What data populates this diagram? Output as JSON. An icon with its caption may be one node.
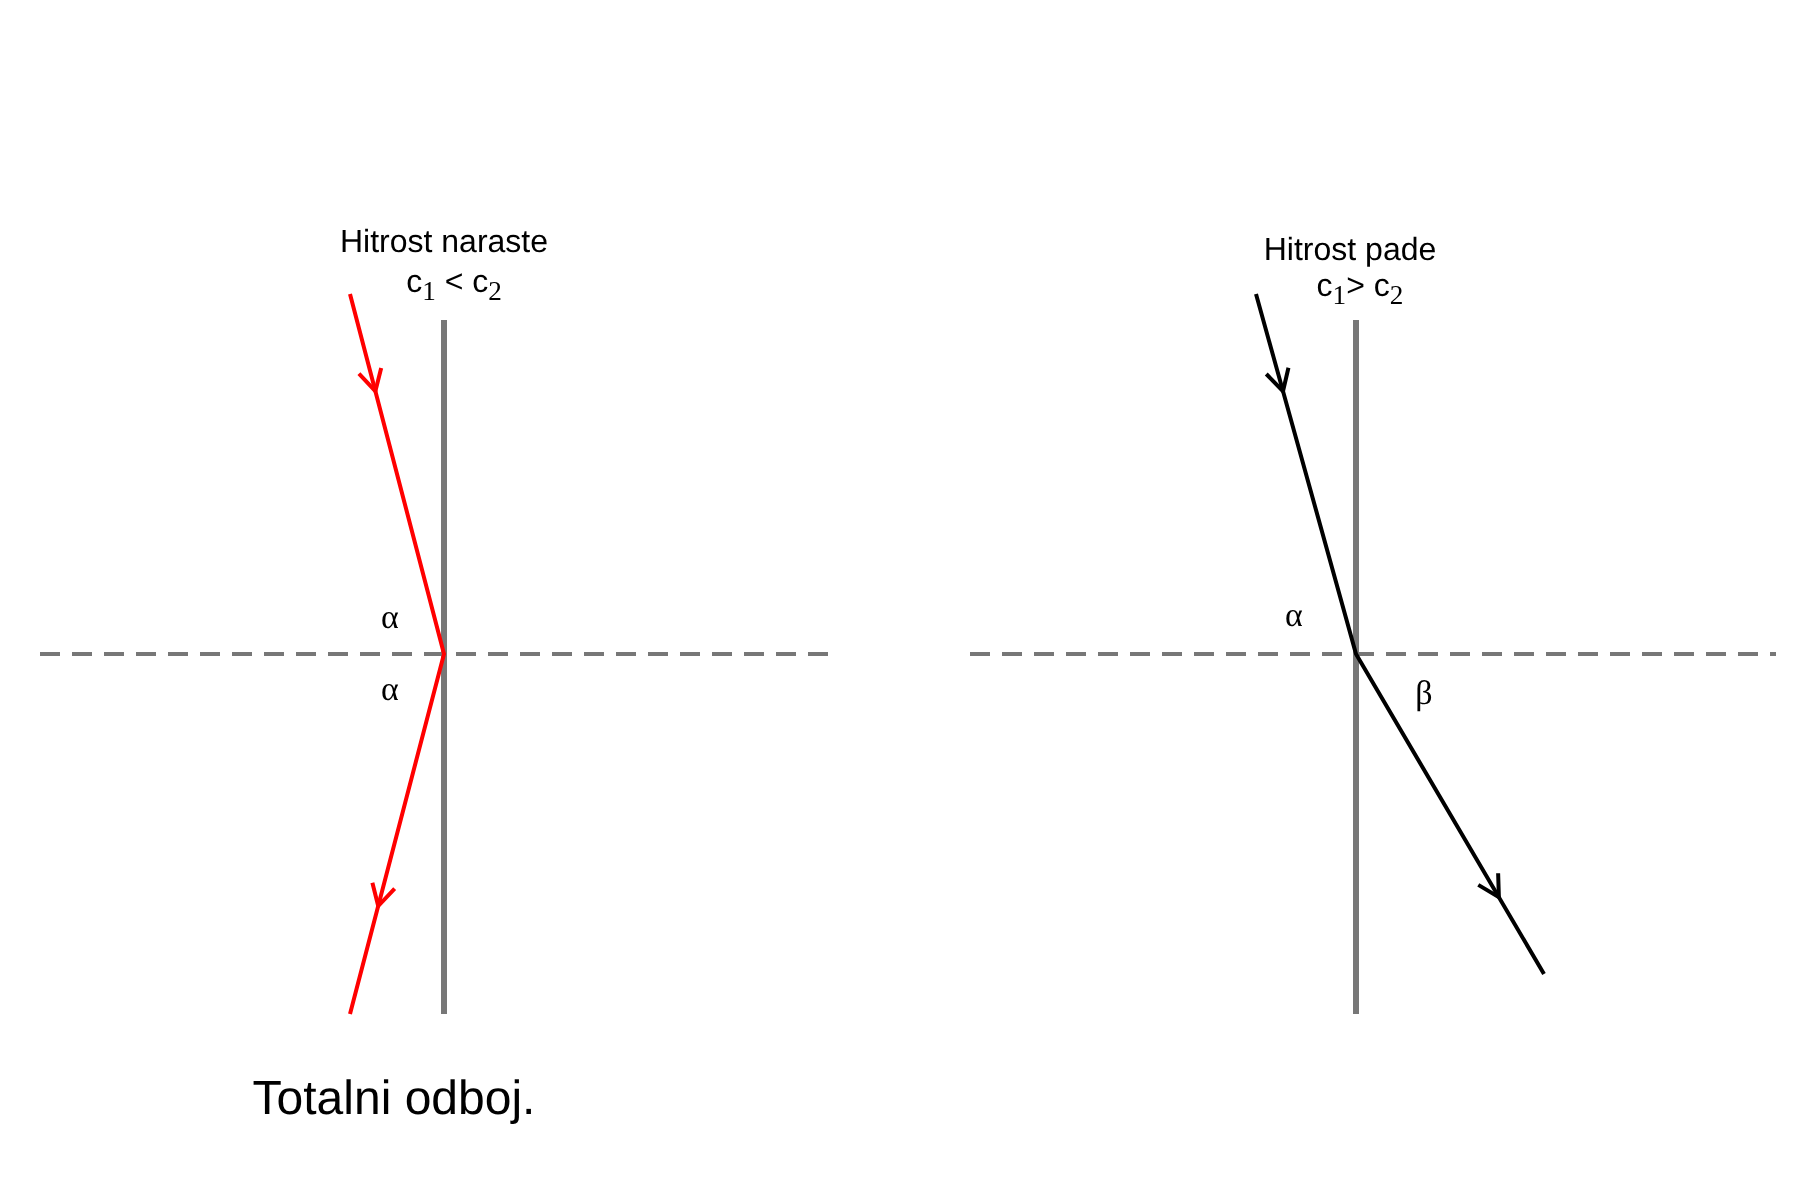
{
  "diagram": {
    "labels": [
      "Hitrost naraste",
      "c$_{1}$ < c$_{2}$",
      "α",
      "α",
      "Hitrost pade",
      "c$_{1}$> c$_{2}$",
      "α",
      "β",
      "Totalni odboj."
    ]
  }
}
